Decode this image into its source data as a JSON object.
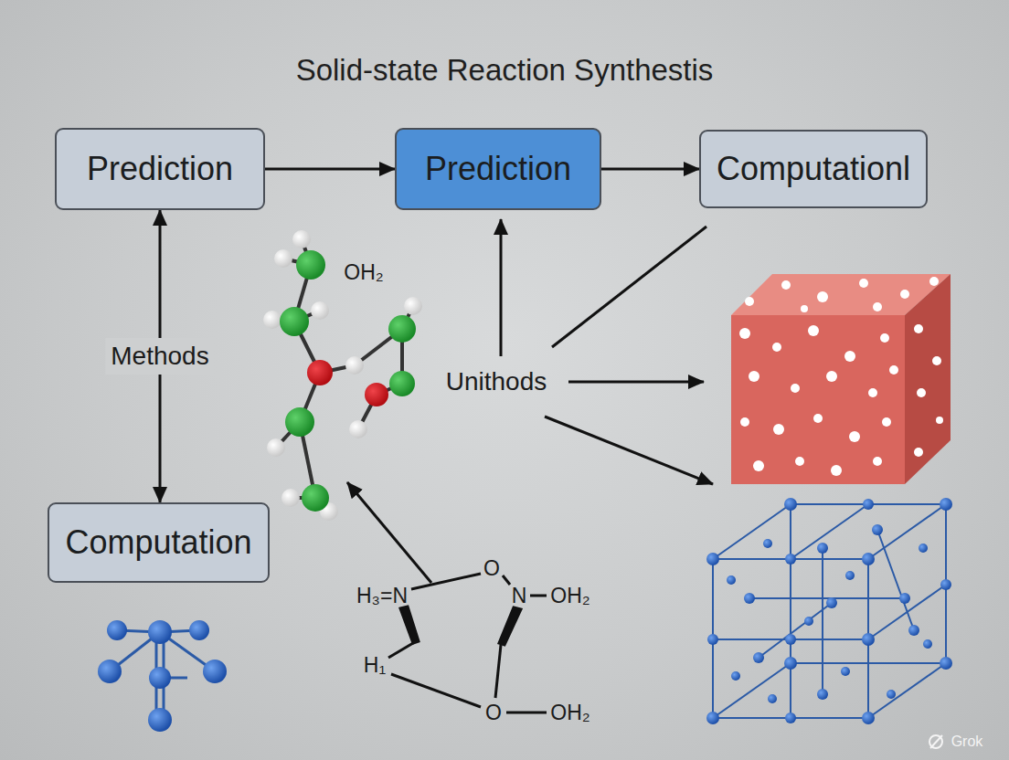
{
  "diagram": {
    "title": "Solid-state Reaction Synthestis",
    "nodes": [
      {
        "text": [
          "Prediction"
        ]
      },
      {
        "text": [
          "Prediction"
        ]
      },
      {
        "text": [
          "Computationl"
        ]
      },
      {
        "text": [
          "Computation"
        ]
      }
    ],
    "edges": [
      {
        "from": 0,
        "to": 1,
        "arrow": "to"
      },
      {
        "from": 1,
        "to": 2,
        "arrow": "to"
      },
      {
        "from": 0,
        "to": 3,
        "label": "Methods",
        "arrow": "both"
      }
    ],
    "labels": [
      "Unithods",
      "OH₂",
      "H₃=N",
      "O",
      "N",
      "OH₂",
      "H₁",
      "O",
      "OH₂",
      "Grok"
    ]
  }
}
